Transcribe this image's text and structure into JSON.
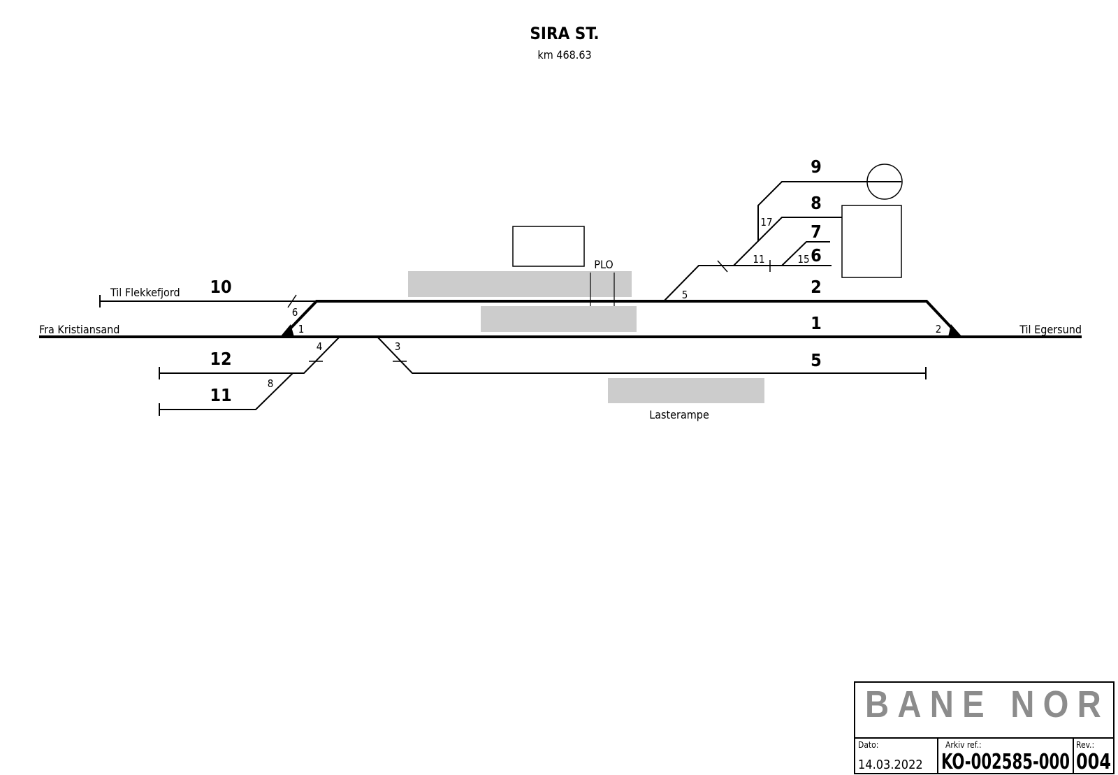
{
  "header": {
    "title": "SIRA ST.",
    "subtitle": "km 468.63"
  },
  "directions": {
    "from_west": "Fra Kristiansand",
    "to_flekkefjord": "Til Flekkefjord",
    "to_east": "Til Egersund"
  },
  "tracks": {
    "t1": "1",
    "t2": "2",
    "t5": "5",
    "t6": "6",
    "t7": "7",
    "t8": "8",
    "t9": "9",
    "t10": "10",
    "t11": "11",
    "t12": "12"
  },
  "switches": {
    "s1": "1",
    "s2": "2",
    "s3": "3",
    "s4": "4",
    "s5": "5",
    "s6": "6",
    "s8": "8",
    "s11": "11",
    "s15": "15",
    "s17": "17"
  },
  "labels": {
    "plo": "PLO",
    "loading_ramp": "Lasterampe"
  },
  "title_block": {
    "logo": "BANE NOR",
    "date_label": "Dato:",
    "date_value": "14.03.2022",
    "archive_label": "Arkiv ref.:",
    "archive_value": "KO-002585-000",
    "rev_label": "Rev.:",
    "rev_value": "004"
  },
  "colors": {
    "line": "#000000",
    "platform": "#cccccc",
    "logo": "#8c8c8c"
  }
}
